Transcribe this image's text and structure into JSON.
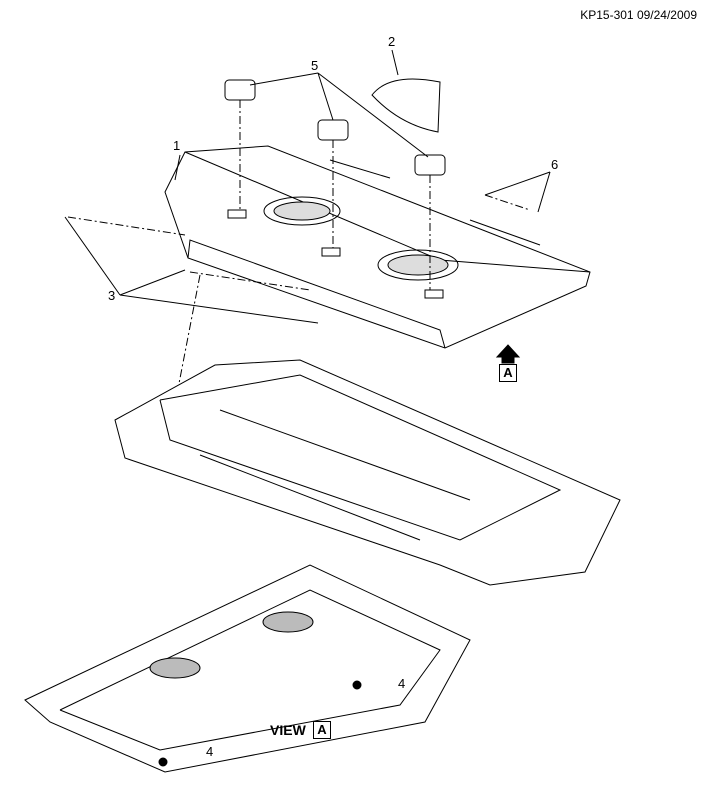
{
  "header": {
    "drawing_id": "KP15-301 09/24/2009"
  },
  "callouts": {
    "c1": "1",
    "c2": "2",
    "c3": "3",
    "c4a": "4",
    "c4b": "4",
    "c5": "5",
    "c6": "6"
  },
  "view_label": {
    "text": "VIEW",
    "letter": "A"
  },
  "direction_marker": {
    "letter": "A"
  }
}
